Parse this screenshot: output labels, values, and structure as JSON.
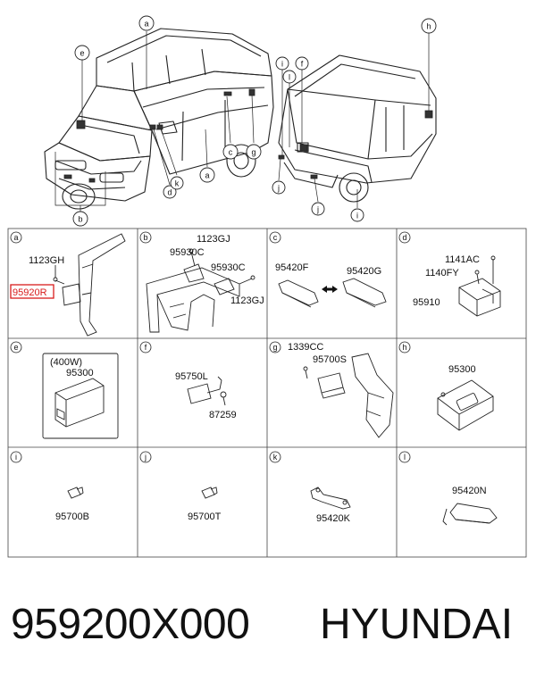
{
  "overview": {
    "callouts": [
      "a",
      "e",
      "h",
      "i",
      "l",
      "f",
      "c",
      "g",
      "d",
      "k",
      "a",
      "j",
      "j",
      "i",
      "b"
    ]
  },
  "cells": [
    {
      "id": "a",
      "parts": [
        "1123GH",
        "95920R"
      ],
      "highlight": "95920R",
      "highlight_color": "#d81c1c"
    },
    {
      "id": "b",
      "parts": [
        "1123GJ",
        "95930C",
        "95930C",
        "1123GJ"
      ]
    },
    {
      "id": "c",
      "parts": [
        "95420F",
        "95420G"
      ]
    },
    {
      "id": "d",
      "parts": [
        "1141AC",
        "1140FY",
        "95910"
      ]
    },
    {
      "id": "e",
      "parts": [
        "(400W)",
        "95300"
      ]
    },
    {
      "id": "f",
      "parts": [
        "95750L",
        "87259"
      ]
    },
    {
      "id": "g",
      "parts": [
        "1339CC",
        "95700S"
      ]
    },
    {
      "id": "h",
      "parts": [
        "95300"
      ]
    },
    {
      "id": "i",
      "parts": [
        "95700B"
      ]
    },
    {
      "id": "j",
      "parts": [
        "95700T"
      ]
    },
    {
      "id": "k",
      "parts": [
        "95420K"
      ]
    },
    {
      "id": "l",
      "parts": [
        "95420N"
      ]
    }
  ],
  "footer": {
    "part_number": "959200X000",
    "brand": "HYUNDAI"
  }
}
